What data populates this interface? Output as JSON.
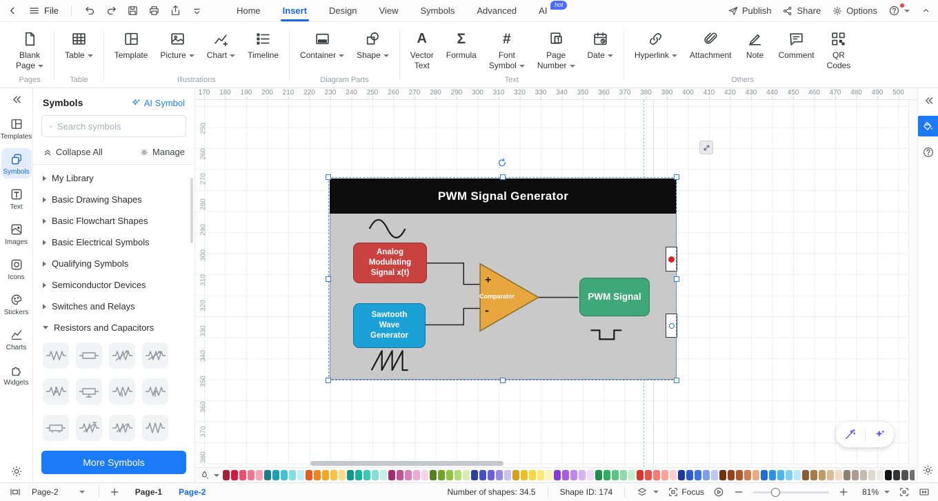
{
  "menubar": {
    "file_label": "File",
    "tabs": [
      {
        "label": "Home"
      },
      {
        "label": "Insert",
        "active": true
      },
      {
        "label": "Design"
      },
      {
        "label": "View"
      },
      {
        "label": "Symbols"
      },
      {
        "label": "Advanced"
      },
      {
        "label": "AI",
        "badge": "hot"
      }
    ],
    "actions": [
      {
        "label": "Publish",
        "icon": "paper-plane"
      },
      {
        "label": "Share",
        "icon": "share-nodes"
      },
      {
        "label": "Options",
        "icon": "gear"
      }
    ]
  },
  "ribbon": {
    "groups": [
      {
        "label": "Pages",
        "items": [
          {
            "label": "Blank Page",
            "lines": [
              "Blank",
              "Page"
            ],
            "icon": "blank-page",
            "caret": true
          }
        ]
      },
      {
        "label": "Table",
        "items": [
          {
            "label": "Table",
            "lines": [
              "Table"
            ],
            "icon": "table",
            "caret": true
          }
        ]
      },
      {
        "label": "Illustrations",
        "items": [
          {
            "label": "Template",
            "lines": [
              "Template"
            ],
            "icon": "template"
          },
          {
            "label": "Picture",
            "lines": [
              "Picture"
            ],
            "icon": "picture",
            "caret": true
          },
          {
            "label": "Chart",
            "lines": [
              "Chart"
            ],
            "icon": "chart",
            "caret": true
          },
          {
            "label": "Timeline",
            "lines": [
              "Timeline"
            ],
            "icon": "timeline"
          }
        ]
      },
      {
        "label": "Diagram Parts",
        "items": [
          {
            "label": "Container",
            "lines": [
              "Container"
            ],
            "icon": "container",
            "caret": true
          },
          {
            "label": "Shape",
            "lines": [
              "Shape"
            ],
            "icon": "shape",
            "caret": true
          }
        ]
      },
      {
        "label": "Text",
        "items": [
          {
            "label": "Vector Text",
            "lines": [
              "Vector",
              "Text"
            ],
            "icon": "vector-text"
          },
          {
            "label": "Formula",
            "lines": [
              "Formula"
            ],
            "icon": "formula"
          },
          {
            "label": "Font Symbol",
            "lines": [
              "Font",
              "Symbol"
            ],
            "icon": "font-symbol",
            "caret": true
          },
          {
            "label": "Page Number",
            "lines": [
              "Page",
              "Number"
            ],
            "icon": "page-number",
            "caret": true
          },
          {
            "label": "Date",
            "lines": [
              "Date"
            ],
            "icon": "date",
            "caret": true
          }
        ]
      },
      {
        "label": "Others",
        "items": [
          {
            "label": "Hyperlink",
            "lines": [
              "Hyperlink"
            ],
            "icon": "hyperlink",
            "caret": true
          },
          {
            "label": "Attachment",
            "lines": [
              "Attachment"
            ],
            "icon": "attachment"
          },
          {
            "label": "Note",
            "lines": [
              "Note"
            ],
            "icon": "note"
          },
          {
            "label": "Comment",
            "lines": [
              "Comment"
            ],
            "icon": "comment"
          },
          {
            "label": "QR Codes",
            "lines": [
              "QR",
              "Codes"
            ],
            "icon": "qr-codes"
          }
        ]
      }
    ]
  },
  "left_rail": {
    "items": [
      {
        "label": "Templates",
        "icon": "templates"
      },
      {
        "label": "Symbols",
        "icon": "symbols",
        "active": true
      },
      {
        "label": "Text",
        "icon": "text-tool"
      },
      {
        "label": "Images",
        "icon": "images"
      },
      {
        "label": "Icons",
        "icon": "icons-tool"
      },
      {
        "label": "Stickers",
        "icon": "stickers"
      },
      {
        "label": "Charts",
        "icon": "charts"
      },
      {
        "label": "Widgets",
        "icon": "widgets"
      }
    ]
  },
  "symbols_panel": {
    "title": "Symbols",
    "ai_symbol_label": "AI Symbol",
    "search_placeholder": "Search symbols",
    "collapse_all_label": "Collapse All",
    "manage_label": "Manage",
    "libraries": [
      {
        "label": "My Library"
      },
      {
        "label": "Basic Drawing Shapes"
      },
      {
        "label": "Basic Flowchart Shapes"
      },
      {
        "label": "Basic Electrical Symbols"
      },
      {
        "label": "Qualifying Symbols"
      },
      {
        "label": "Semiconductor Devices"
      },
      {
        "label": "Switches and Relays"
      },
      {
        "label": "Resistors and Capacitors",
        "expanded": true
      }
    ],
    "tiles": [
      "resistor-zigzag",
      "resistor-box",
      "resistor-var-arrow",
      "resistor-var-arrow2",
      "resistor-zigzag-arrow",
      "resistor-box-tap",
      "resistor-pot-tap",
      "resistor-pot-wiper",
      "resistor-box-tapped",
      "resistor-trim",
      "resistor-trim2",
      "resistor-steep"
    ],
    "more_symbols_label": "More Symbols"
  },
  "canvas": {
    "h_ruler": {
      "start": 170,
      "end": 500,
      "step": 10
    },
    "v_ruler": {
      "start": 250,
      "end": 400,
      "step": 10
    }
  },
  "diagram": {
    "title": "PWM Signal Generator",
    "analog_label": "Analog Modulating Signal x(t)",
    "sawtooth_label": "Sawtooth Wave Generator",
    "comparator_label": "Comparator",
    "plus_label": "+",
    "minus_label": "-",
    "pwm_label": "PWM Signal",
    "colors": {
      "analog": "#c9423f",
      "sawtooth": "#1ba1d6",
      "comparator": "#e7a63e",
      "pwm": "#3fa878",
      "title_bg": "#0d0d0d",
      "body_bg": "#c9c9c9"
    }
  },
  "floating_tools": [
    {
      "icon": "magic-wand",
      "name": "magic-wand-button"
    },
    {
      "icon": "sparkles",
      "name": "ai-sparkles-button"
    }
  ],
  "palette": {
    "swatches": [
      "#a81e35",
      "#d2193f",
      "#ee4d6d",
      "#f3758f",
      "#f8a3b5",
      "#177d8e",
      "#1f9fb2",
      "#45c1d4",
      "#85dce8",
      "#c2eff5",
      "#e85a1f",
      "#f0831f",
      "#f5a623",
      "#f8c045",
      "#fbdc8a",
      "#0f9687",
      "#15b2a0",
      "#3bc9b6",
      "#82dfd2",
      "#c0f0e8",
      "#a62c72",
      "#c45497",
      "#e07cb8",
      "#efa9d1",
      "#f8d4e8",
      "#55801f",
      "#6fa328",
      "#8fc63c",
      "#b5d976",
      "#d9eab2",
      "#2b3da0",
      "#4250c5",
      "#6a5ed9",
      "#9a8ae8",
      "#c9c0f4",
      "#d9a016",
      "#ecc126",
      "#f5d83e",
      "#f9e876",
      "#fdf4b5",
      "#8a3bd1",
      "#a55ce0",
      "#bf85ec",
      "#d8b1f4",
      "#eedafb",
      "#1d8f46",
      "#2fae5b",
      "#57c77f",
      "#8edca9",
      "#c5efd5",
      "#db352a",
      "#ef5045",
      "#f47b71",
      "#f8a49c",
      "#fcd0cb",
      "#1c3a9c",
      "#2e59d1",
      "#3f74e8",
      "#7c9ef0",
      "#b8c9f7",
      "#73300f",
      "#954019",
      "#b5562a",
      "#d47d4d",
      "#e9ae85",
      "#1d6fd2",
      "#2e90e8",
      "#4eb3f2",
      "#7ed1f8",
      "#b6e9fc",
      "#8a5c31",
      "#a87845",
      "#c29a67",
      "#dbbd93",
      "#efdcc1",
      "#8c8173",
      "#a89d8f",
      "#c4bbaf",
      "#ded8cd",
      "#f0ede6",
      "#141414",
      "#333333",
      "#515151",
      "#6f6f6f",
      "#8d8d8d",
      "#ababab",
      "#c9c9c9",
      "#dedede",
      "#efefef",
      "#fbfbfb"
    ]
  },
  "statusbar": {
    "page_selector": "Page-2",
    "page_tabs": [
      {
        "label": "Page-1"
      },
      {
        "label": "Page-2",
        "active": true
      }
    ],
    "shapes_count_label": "Number of shapes: 34.5",
    "shape_id_label": "Shape ID: 174",
    "focus_label": "Focus",
    "zoom_label": "81%"
  }
}
